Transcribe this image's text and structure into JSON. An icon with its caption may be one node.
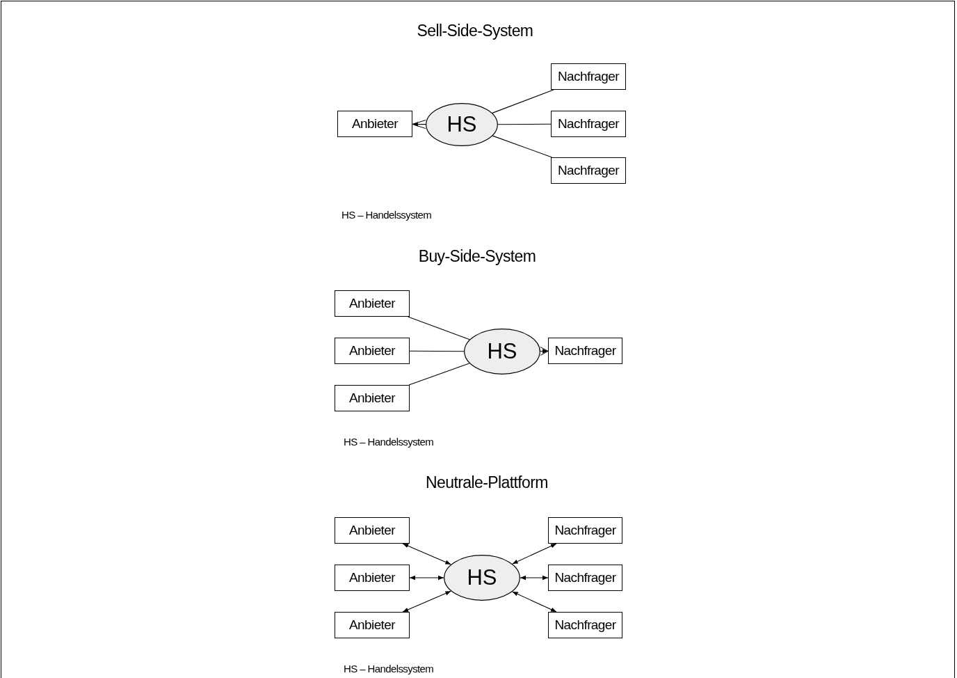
{
  "diagram": {
    "nodes": [
      {
        "text": [
          "Anbieter"
        ]
      },
      {
        "text": [
          "HS"
        ]
      },
      {
        "text": [
          "Nachfrager"
        ]
      },
      {
        "text": [
          "Nachfrager"
        ]
      },
      {
        "text": [
          "Nachfrager"
        ]
      },
      {
        "text": [
          "Anbieter"
        ]
      },
      {
        "text": [
          "Anbieter"
        ]
      },
      {
        "text": [
          "Anbieter"
        ]
      },
      {
        "text": [
          "HS"
        ]
      },
      {
        "text": [
          "Nachfrager"
        ]
      },
      {
        "text": [
          "Anbieter"
        ]
      },
      {
        "text": [
          "Anbieter"
        ]
      },
      {
        "text": [
          "Anbieter"
        ]
      },
      {
        "text": [
          "HS"
        ]
      },
      {
        "text": [
          "Nachfrager"
        ]
      },
      {
        "text": [
          "Nachfrager"
        ]
      },
      {
        "text": [
          "Nachfrager"
        ]
      }
    ],
    "edges": [
      {
        "from": 2,
        "to": 1,
        "arrow": "none"
      },
      {
        "from": 3,
        "to": 1,
        "arrow": "none"
      },
      {
        "from": 4,
        "to": 1,
        "arrow": "none"
      },
      {
        "from": 1,
        "to": 0,
        "arrow": "to"
      },
      {
        "from": 5,
        "to": 8,
        "arrow": "none"
      },
      {
        "from": 6,
        "to": 8,
        "arrow": "none"
      },
      {
        "from": 7,
        "to": 8,
        "arrow": "none"
      },
      {
        "from": 8,
        "to": 9,
        "arrow": "to"
      },
      {
        "from": 10,
        "to": 13,
        "arrow": "both"
      },
      {
        "from": 11,
        "to": 13,
        "arrow": "both"
      },
      {
        "from": 12,
        "to": 13,
        "arrow": "both"
      },
      {
        "from": 14,
        "to": 13,
        "arrow": "both"
      },
      {
        "from": 15,
        "to": 13,
        "arrow": "both"
      },
      {
        "from": 16,
        "to": 13,
        "arrow": "both"
      }
    ],
    "labels": [
      "Sell-Side-System",
      "HS – Handelssystem",
      "Buy-Side-System",
      "HS – Handelssystem",
      "Neutrale-Plattform",
      "HS – Handelssystem"
    ]
  }
}
